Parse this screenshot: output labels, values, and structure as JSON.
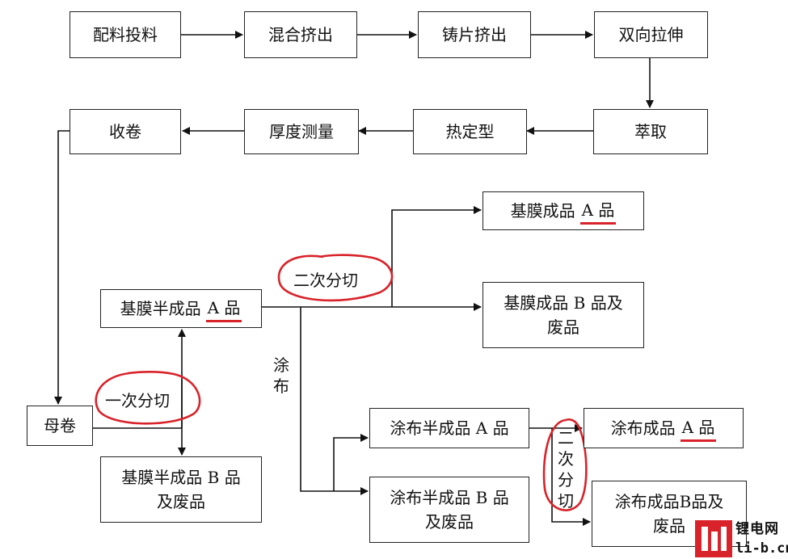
{
  "process": {
    "step1": "配料投料",
    "step2": "混合挤出",
    "step3": "铸片挤出",
    "step4": "双向拉伸",
    "step5": "萃取",
    "step6": "热定型",
    "step7": "厚度测量",
    "step8": "收卷"
  },
  "branch": {
    "mother_roll": "母卷",
    "semi_a_prefix": "基膜半成品",
    "semi_a_mark": "A 品",
    "semi_b_line1": "基膜半成品 B 品",
    "semi_b_line2": "及废品",
    "final_a_prefix": "基膜成品",
    "final_a_mark": "A 品",
    "final_b_line1": "基膜成品 B 品及",
    "final_b_line2": "废品",
    "coat_semi_a": "涂布半成品 A 品",
    "coat_semi_b_line1": "涂布半成品 B 品",
    "coat_semi_b_line2": "及废品",
    "coat_final_a_prefix": "涂布成品",
    "coat_final_a_mark": "A 品",
    "coat_final_b_line1": "涂布成品B品及",
    "coat_final_b_line2": "废品"
  },
  "labels": {
    "first_slit": "一次分切",
    "second_slit": "二次分切",
    "coating_1": "涂",
    "coating_2": "布",
    "second_slit_v1": "二",
    "second_slit_v2": "次",
    "second_slit_v3": "分",
    "second_slit_v4": "切"
  },
  "watermark": {
    "cn": "锂电网",
    "en": "li-b.cn"
  },
  "colors": {
    "line": "#111111",
    "highlight": "#d8232a"
  }
}
